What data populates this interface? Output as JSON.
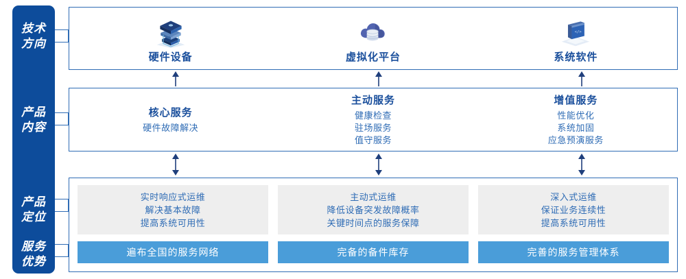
{
  "rail": {
    "labels": [
      {
        "id": "tech-direction",
        "text": "技术\n方向"
      },
      {
        "id": "product-content",
        "text": "产品\n内容"
      },
      {
        "id": "product-position",
        "text": "产品\n定位"
      },
      {
        "id": "service-advantage",
        "text": "服务\n优势"
      }
    ]
  },
  "tech": {
    "columns": [
      {
        "label": "硬件设备",
        "icon": "server-stack-icon"
      },
      {
        "label": "虚拟化平台",
        "icon": "cloud-database-icon"
      },
      {
        "label": "系统软件",
        "icon": "laptop-code-icon"
      }
    ]
  },
  "content": {
    "columns": [
      {
        "title": "核心服务",
        "items": [
          "硬件故障解决"
        ]
      },
      {
        "title": "主动服务",
        "items": [
          "健康检查",
          "驻场服务",
          "值守服务"
        ]
      },
      {
        "title": "增值服务",
        "items": [
          "性能优化",
          "系统加固",
          "应急预演服务"
        ]
      }
    ]
  },
  "bottom": {
    "columns": [
      {
        "positioning": [
          "实时响应式运维",
          "解决基本故障",
          "提高系统可用性"
        ],
        "advantage": "遍布全国的服务网络"
      },
      {
        "positioning": [
          "主动式运维",
          "降低设备突发故障概率",
          "关键时间点的服务保障"
        ],
        "advantage": "完备的备件库存"
      },
      {
        "positioning": [
          "深入式运维",
          "保证业务连续性",
          "提高系统可用性"
        ],
        "advantage": "完善的服务管理体系"
      }
    ]
  },
  "arrows": {
    "up": [
      "arrow-up-1",
      "arrow-up-2",
      "arrow-up-3"
    ],
    "both": [
      "arrow-updown-1",
      "arrow-updown-2",
      "arrow-updown-3"
    ]
  },
  "colors": {
    "rail_blue": "#0d4c9b",
    "border_blue": "#2f6cb5",
    "title_blue": "#1a4f9c",
    "bar_blue": "#4a9dd9",
    "card_grey": "#eeeeee"
  }
}
